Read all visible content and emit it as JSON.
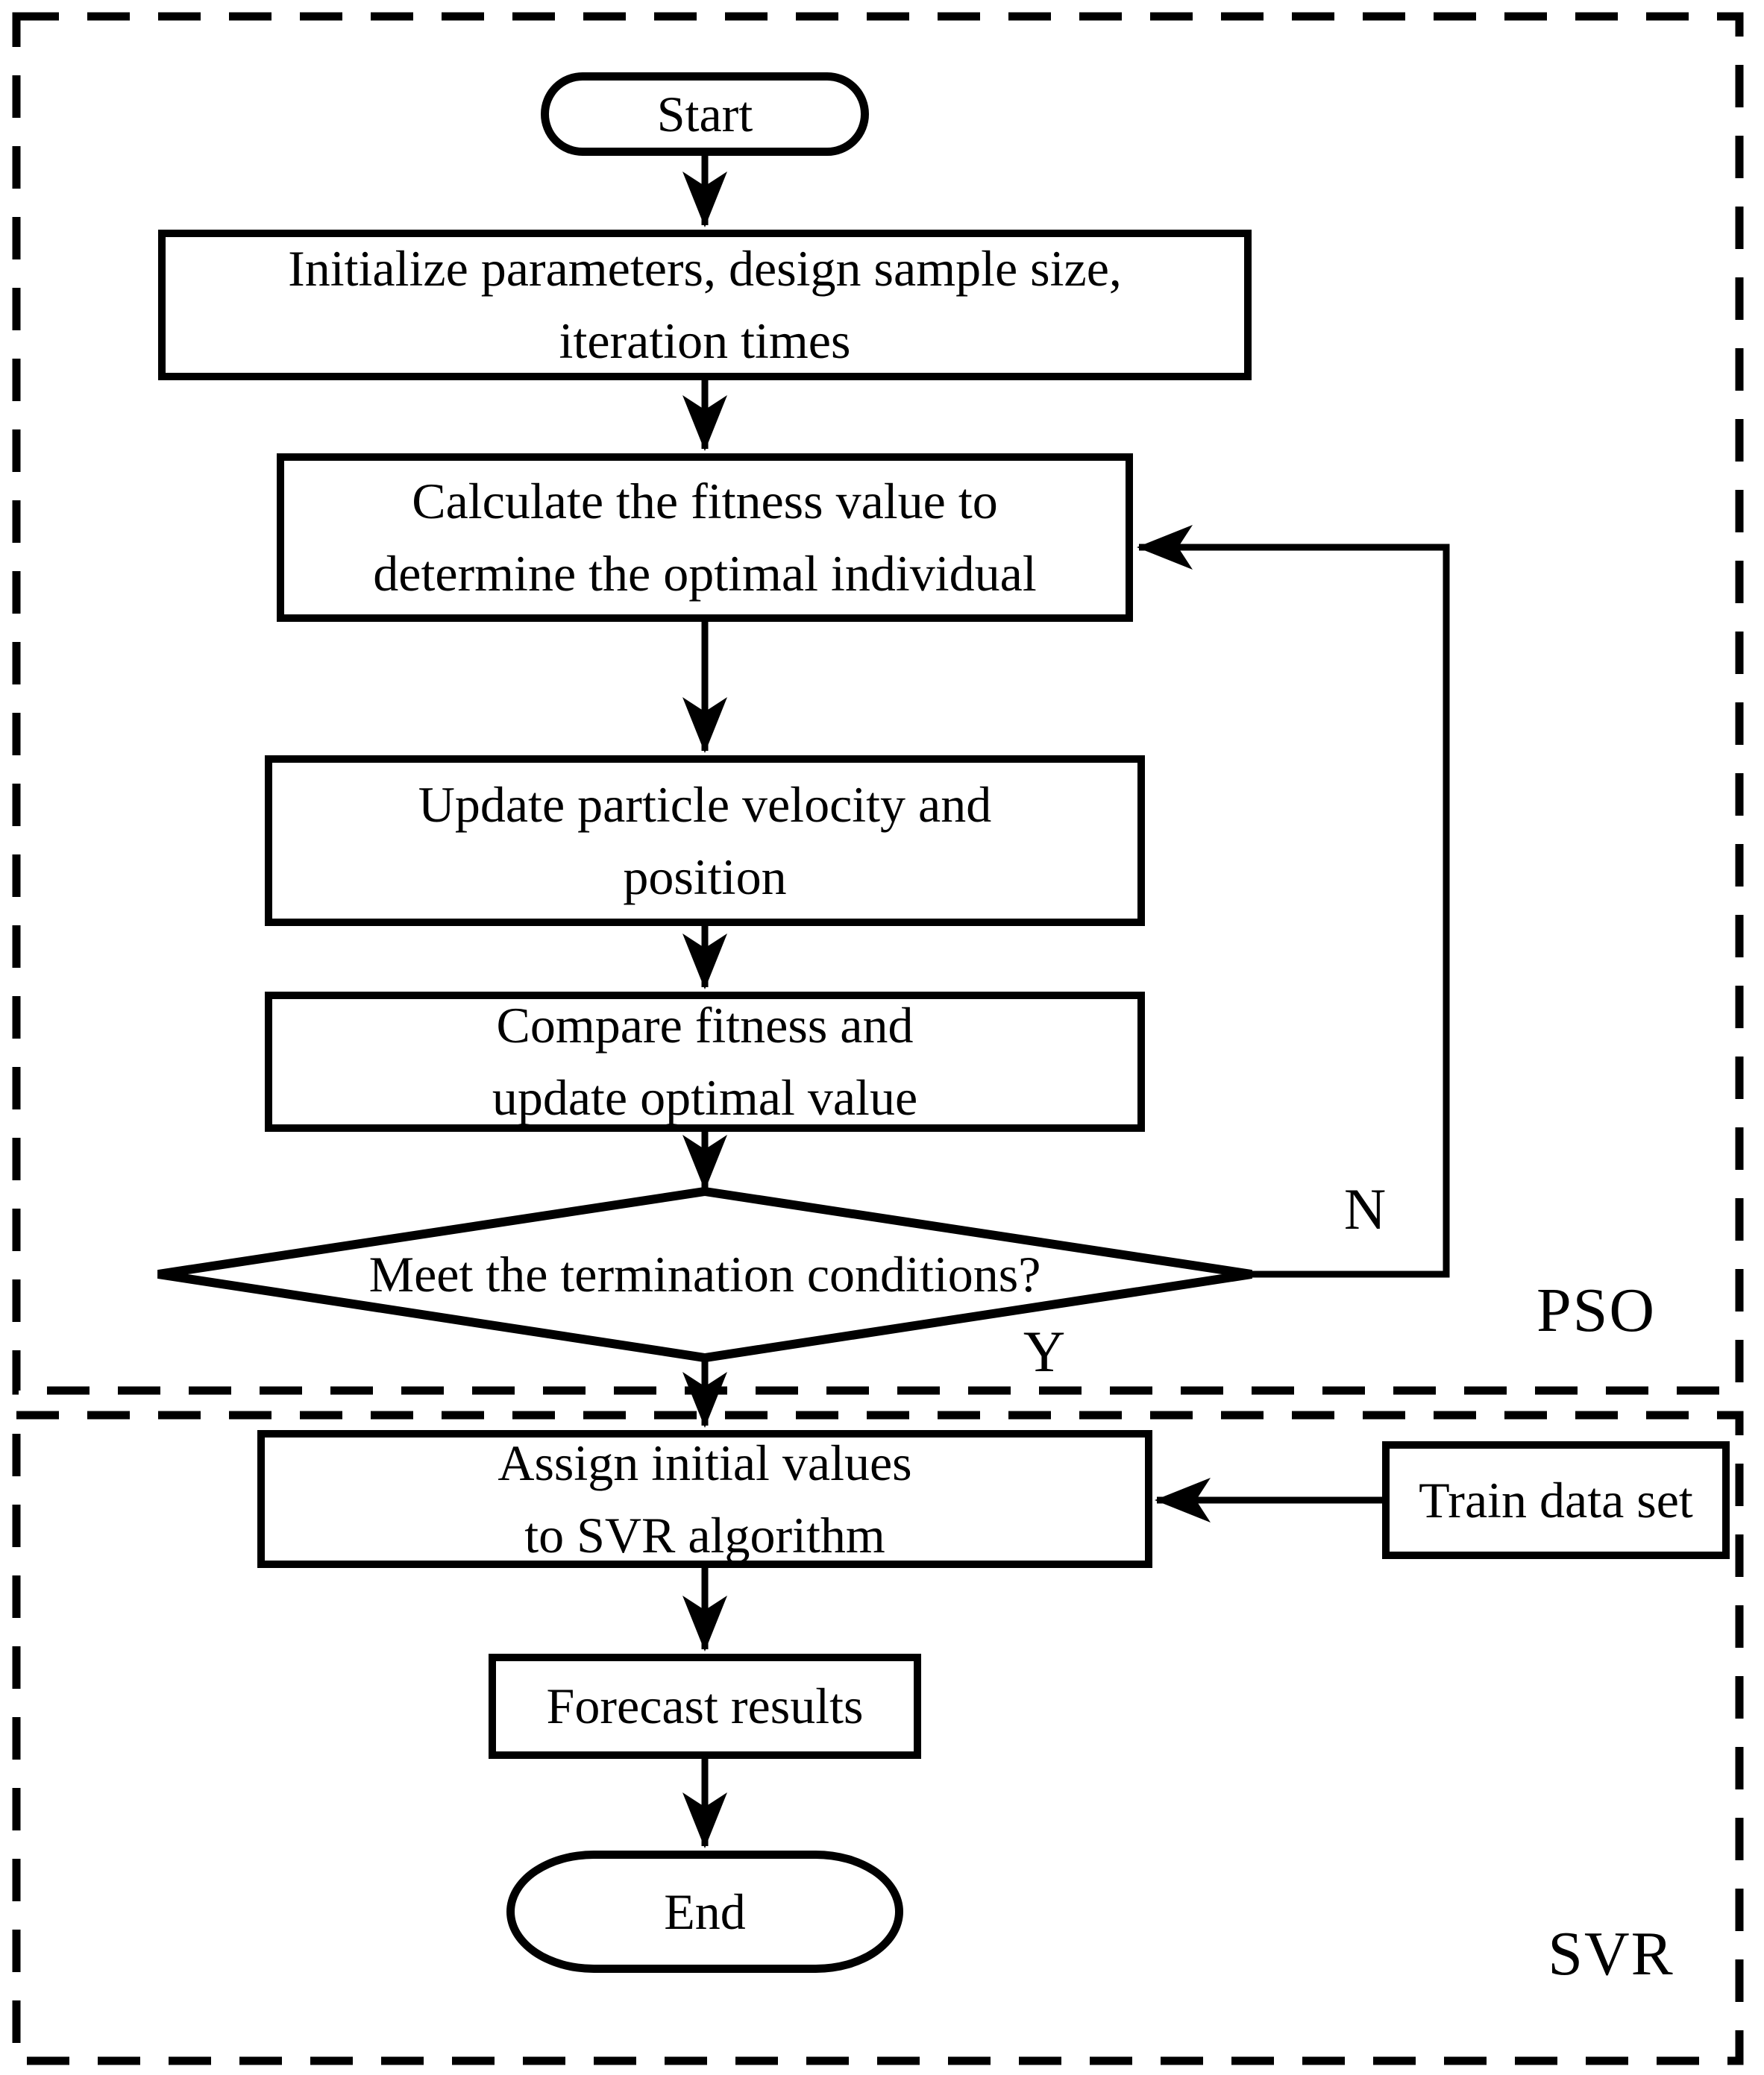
{
  "section_labels": {
    "pso": "PSO",
    "svr": "SVR"
  },
  "edge_labels": {
    "no": "N",
    "yes": "Y"
  },
  "nodes": {
    "start": {
      "label": "Start"
    },
    "initialize": {
      "line1": "Initialize parameters, design sample size,",
      "line2": "iteration times"
    },
    "calculate": {
      "line1": "Calculate the fitness value to",
      "line2": "determine the optimal individual"
    },
    "update": {
      "line1": "Update particle velocity and",
      "line2": "position"
    },
    "compare": {
      "line1": "Compare fitness and",
      "line2": "update optimal value"
    },
    "decision": {
      "label": "Meet the termination conditions?"
    },
    "assign": {
      "line1": "Assign initial values",
      "line2": "to SVR algorithm"
    },
    "train": {
      "label": "Train data set"
    },
    "forecast": {
      "label": "Forecast results"
    },
    "end": {
      "label": "End"
    }
  },
  "colors": {
    "stroke": "#000000",
    "background": "#ffffff"
  }
}
